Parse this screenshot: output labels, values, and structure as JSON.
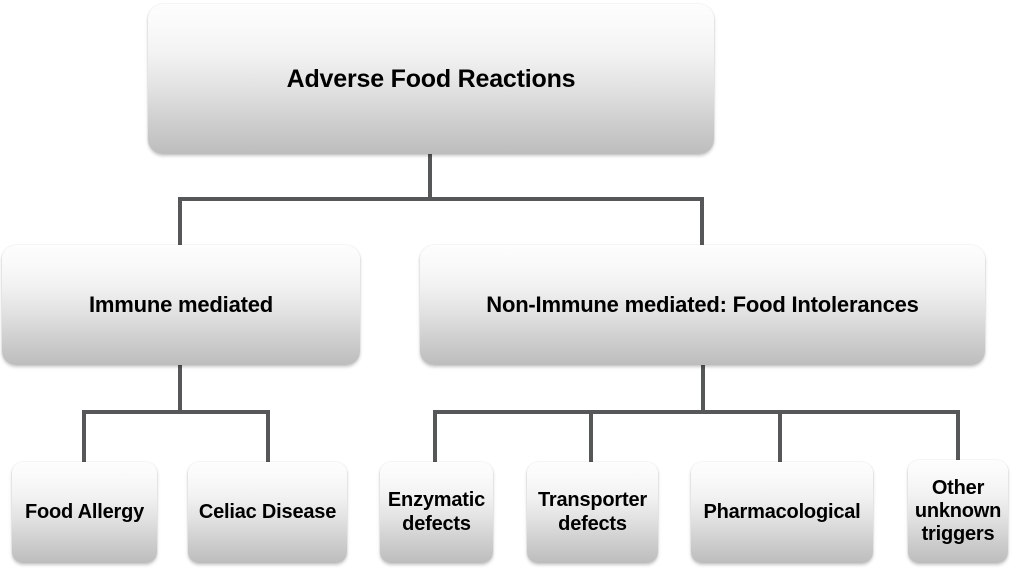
{
  "diagram": {
    "title": "Adverse Food Reactions",
    "type": "hierarchy-flowchart",
    "background_color": "#ffffff",
    "node_fill_top": "#fdfdfd",
    "node_fill_bottom": "#bdbdbd",
    "connector_color": "#555759",
    "text_color": "#000000"
  },
  "nodes": {
    "root": {
      "label": "Adverse Food Reactions"
    },
    "level2": [
      {
        "label": "Immune mediated"
      },
      {
        "label": "Non-Immune mediated: Food Intolerances"
      }
    ],
    "level3_immune": [
      {
        "label": "Food Allergy"
      },
      {
        "label": "Celiac Disease"
      }
    ],
    "level3_nonimmune": [
      {
        "label": "Enzymatic\ndefects"
      },
      {
        "label": "Transporter\ndefects"
      },
      {
        "label": "Pharmacological"
      },
      {
        "label": "Other\nunknown\ntriggers"
      }
    ]
  },
  "chart_data": {
    "type": "table",
    "title": "Adverse Food Reactions",
    "hierarchy": [
      {
        "name": "Adverse Food Reactions",
        "level": 1,
        "children": [
          {
            "name": "Immune mediated",
            "level": 2,
            "children": [
              {
                "name": "Food Allergy",
                "level": 3
              },
              {
                "name": "Celiac Disease",
                "level": 3
              }
            ]
          },
          {
            "name": "Non-Immune mediated: Food Intolerances",
            "level": 2,
            "children": [
              {
                "name": "Enzymatic defects",
                "level": 3
              },
              {
                "name": "Transporter defects",
                "level": 3
              },
              {
                "name": "Pharmacological",
                "level": 3
              },
              {
                "name": "Other unknown triggers",
                "level": 3
              }
            ]
          }
        ]
      }
    ]
  }
}
